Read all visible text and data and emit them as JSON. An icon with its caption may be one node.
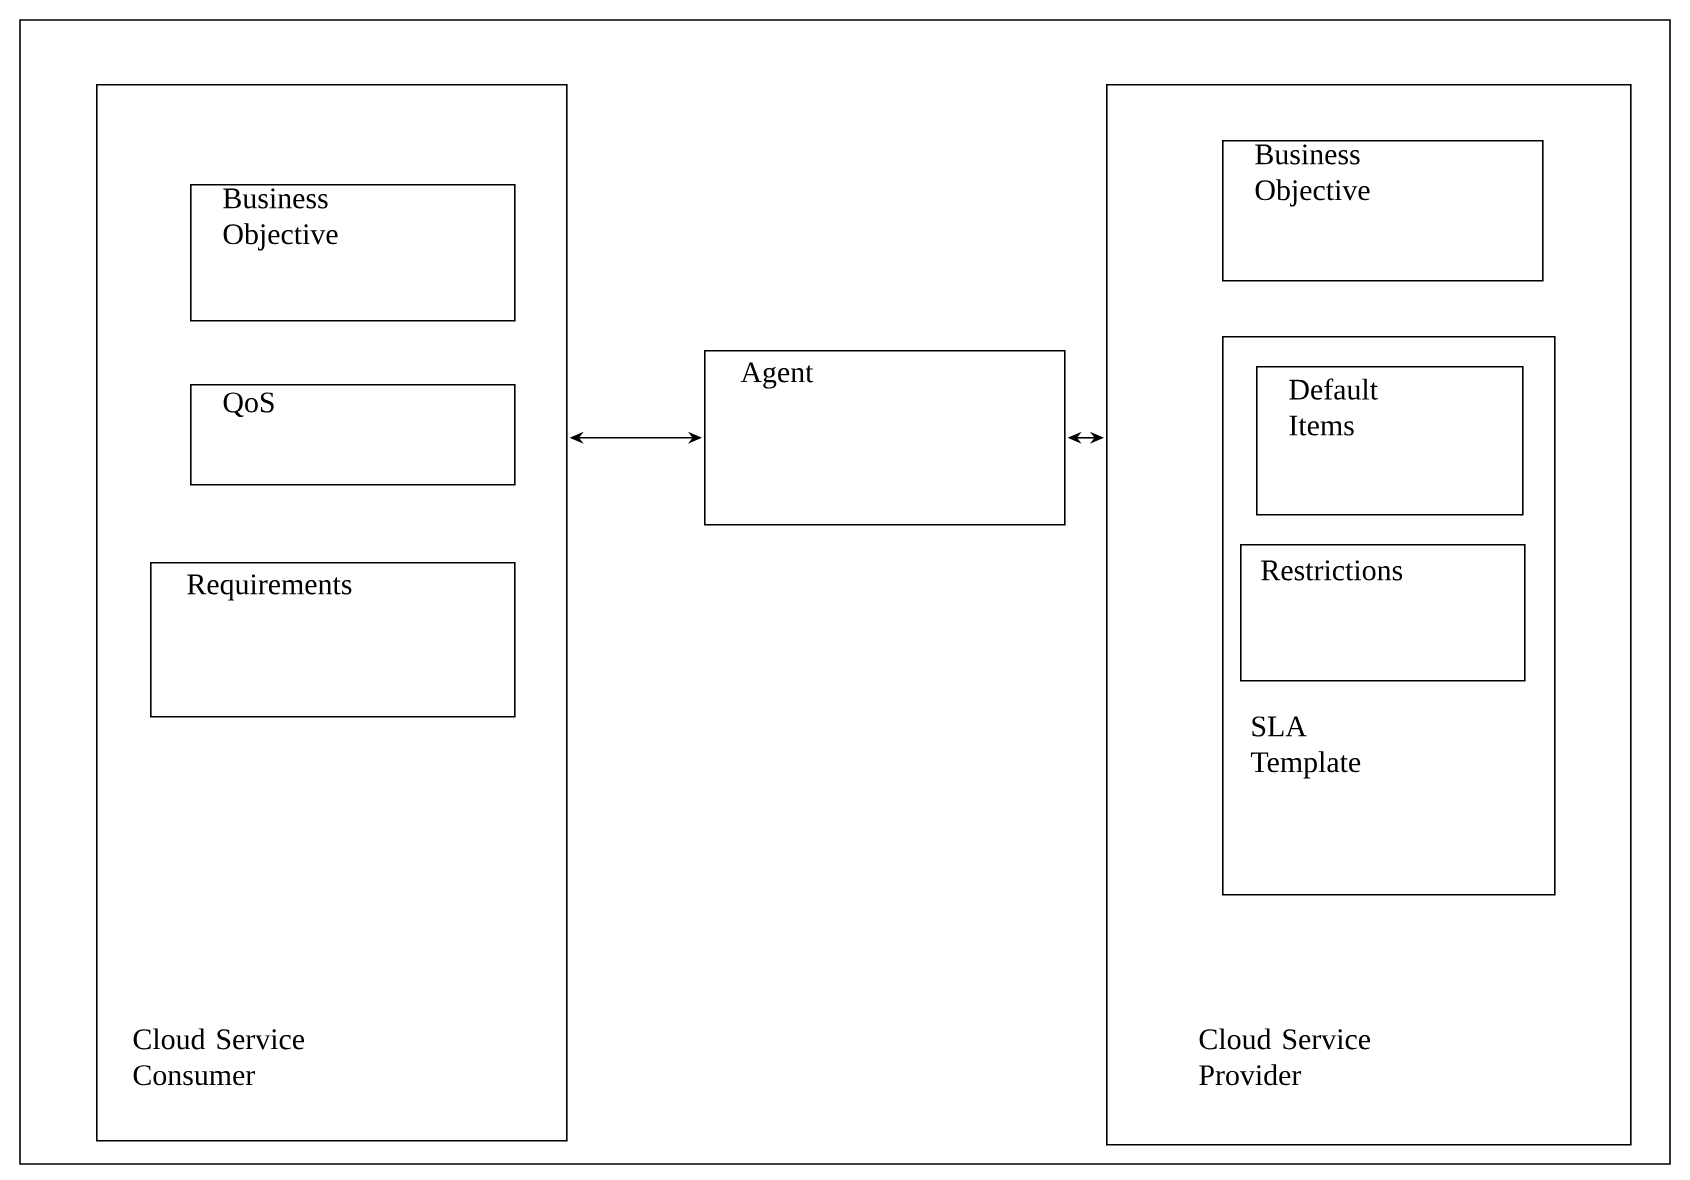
{
  "diagram": {
    "nodes": [
      {
        "text": [
          "Cloud Service Consumer"
        ]
      },
      {
        "text": [
          "Business Objective"
        ],
        "in": 0
      },
      {
        "text": [
          "QoS"
        ],
        "in": 0
      },
      {
        "text": [
          "Requirements"
        ],
        "in": 0
      },
      {
        "text": [
          "Agent"
        ]
      },
      {
        "text": [
          "Cloud Service Provider"
        ]
      },
      {
        "text": [
          "Business Objective"
        ],
        "in": 5
      },
      {
        "text": [
          "SLA Template"
        ],
        "in": 5
      },
      {
        "text": [
          "Default Items"
        ],
        "in": 7
      },
      {
        "text": [
          "Restrictions"
        ],
        "in": 7
      }
    ],
    "edges": [
      {
        "from": 0,
        "to": 4,
        "arrow": "both"
      },
      {
        "from": 4,
        "to": 5,
        "arrow": "both"
      }
    ]
  }
}
